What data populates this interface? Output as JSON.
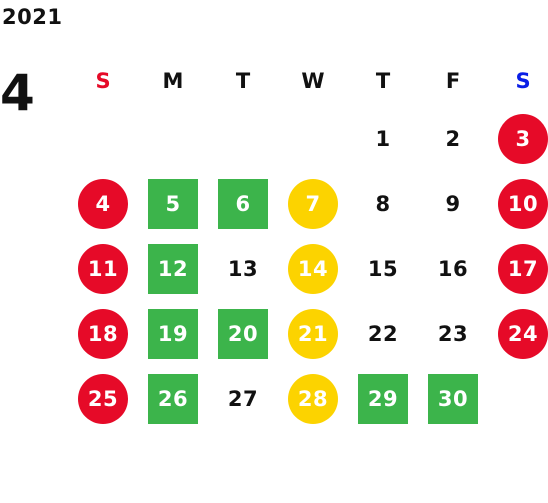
{
  "calendar": {
    "year": "2021",
    "month": "4",
    "weekdays": [
      {
        "label": "S",
        "color": "#e60a28"
      },
      {
        "label": "M",
        "color": "#111111"
      },
      {
        "label": "T",
        "color": "#111111"
      },
      {
        "label": "W",
        "color": "#111111"
      },
      {
        "label": "T",
        "color": "#111111"
      },
      {
        "label": "F",
        "color": "#111111"
      },
      {
        "label": "S",
        "color": "#0a1ee6"
      }
    ],
    "first_weekday": 4,
    "days": [
      {
        "day": "1",
        "style": "plain"
      },
      {
        "day": "2",
        "style": "plain"
      },
      {
        "day": "3",
        "style": "red"
      },
      {
        "day": "4",
        "style": "red"
      },
      {
        "day": "5",
        "style": "green"
      },
      {
        "day": "6",
        "style": "green"
      },
      {
        "day": "7",
        "style": "yellow"
      },
      {
        "day": "8",
        "style": "plain"
      },
      {
        "day": "9",
        "style": "plain"
      },
      {
        "day": "10",
        "style": "red"
      },
      {
        "day": "11",
        "style": "red"
      },
      {
        "day": "12",
        "style": "green"
      },
      {
        "day": "13",
        "style": "plain"
      },
      {
        "day": "14",
        "style": "yellow"
      },
      {
        "day": "15",
        "style": "plain"
      },
      {
        "day": "16",
        "style": "plain"
      },
      {
        "day": "17",
        "style": "red"
      },
      {
        "day": "18",
        "style": "red"
      },
      {
        "day": "19",
        "style": "green"
      },
      {
        "day": "20",
        "style": "green"
      },
      {
        "day": "21",
        "style": "yellow"
      },
      {
        "day": "22",
        "style": "plain"
      },
      {
        "day": "23",
        "style": "plain"
      },
      {
        "day": "24",
        "style": "red"
      },
      {
        "day": "25",
        "style": "red"
      },
      {
        "day": "26",
        "style": "green"
      },
      {
        "day": "27",
        "style": "plain"
      },
      {
        "day": "28",
        "style": "yellow"
      },
      {
        "day": "29",
        "style": "green"
      },
      {
        "day": "30",
        "style": "green"
      }
    ]
  },
  "colors": {
    "holiday_red": "#e60a28",
    "marked_green": "#3cb44b",
    "marked_yellow": "#fcd300",
    "saturday_blue": "#0a1ee6",
    "text": "#111111"
  }
}
